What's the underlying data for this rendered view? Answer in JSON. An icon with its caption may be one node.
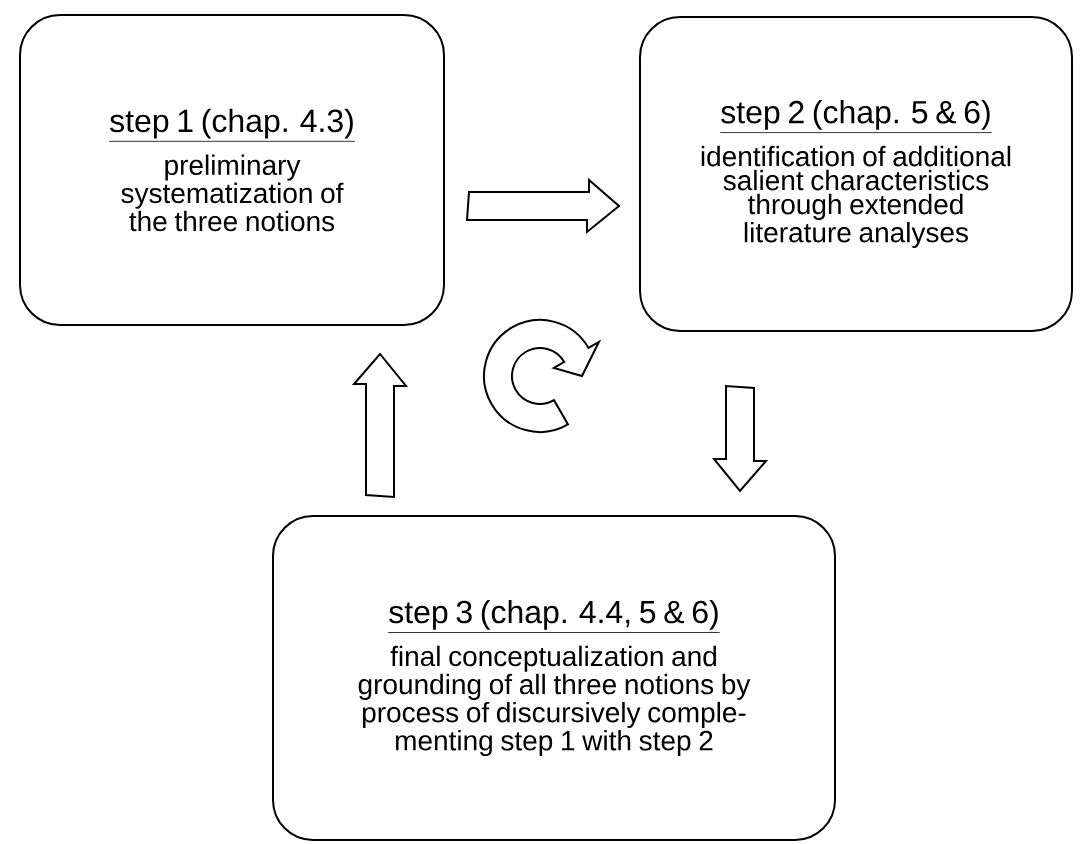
{
  "diagram": {
    "nodes": [
      {
        "text": [
          "step 1 (chap. 4.3)",
          "preliminary systematization of the three notions"
        ]
      },
      {
        "text": [
          "step 2 (chap. 5 & 6)",
          "identification of additional salient characteristics through extended literature analyses"
        ]
      },
      {
        "text": [
          "step 3 (chap. 4.4, 5 & 6)",
          "final conceptualization and grounding of all three notions by process of discursively comple- menting step 1 with step 2"
        ]
      }
    ],
    "edges": [
      {
        "from": 0,
        "to": 1,
        "arrow": "to"
      },
      {
        "from": 1,
        "to": 2,
        "arrow": "to"
      },
      {
        "from": 2,
        "to": 0,
        "arrow": "to"
      }
    ]
  }
}
